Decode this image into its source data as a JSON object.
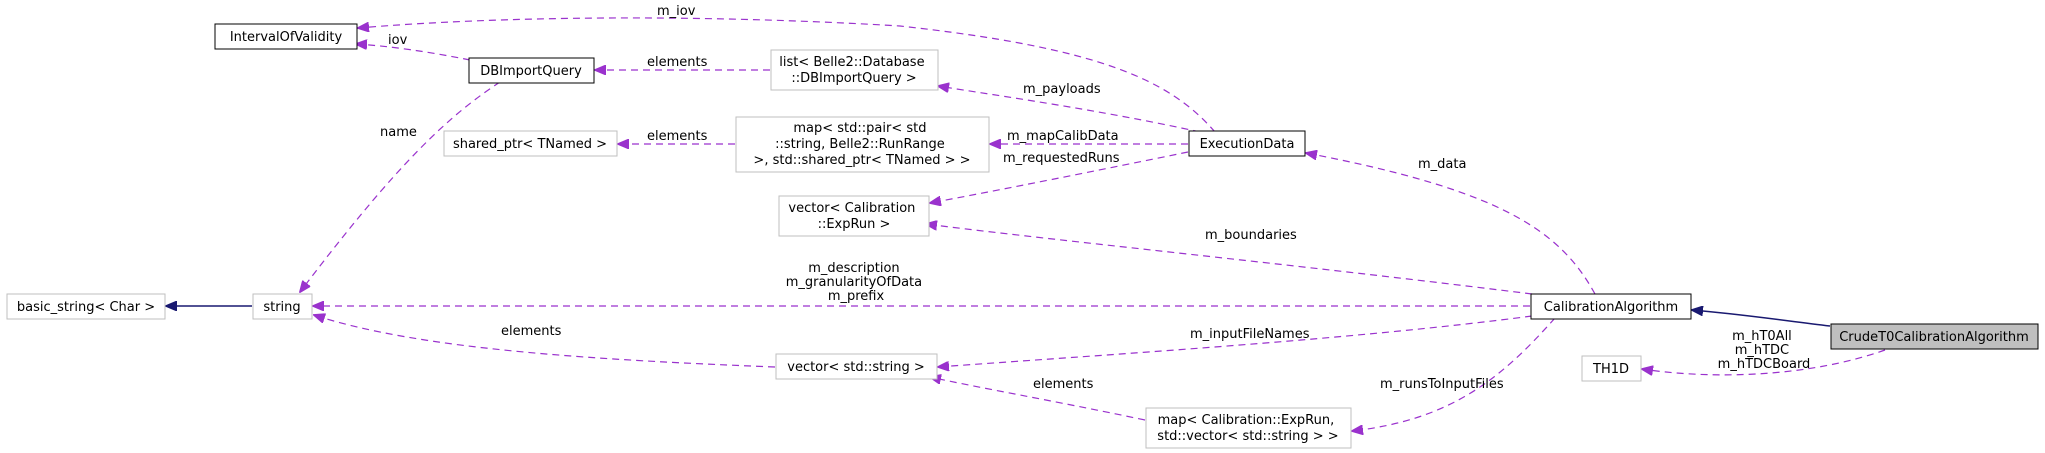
{
  "colors": {
    "dependency_edge": "#9a32cd",
    "inheritance_edge": "#191970",
    "selected_node_fill": "#bfbfbf"
  },
  "nodes": {
    "interval_of_validity": "IntervalOfValidity",
    "db_import_query": "DBImportQuery",
    "list_dbimportquery": [
      "list< Belle2::Database",
      "::DBImportQuery >"
    ],
    "shared_ptr_tnamed": "shared_ptr< TNamed >",
    "map_runrange": [
      "map< std::pair< std",
      "::string, Belle2::RunRange",
      " >, std::shared_ptr< TNamed > >"
    ],
    "execution_data": "ExecutionData",
    "vector_exprun": [
      "vector< Calibration",
      "::ExpRun >"
    ],
    "basic_string": "basic_string< Char >",
    "string": "string",
    "calibration_algorithm": "CalibrationAlgorithm",
    "crude_t0": "CrudeT0CalibrationAlgorithm",
    "th1d": "TH1D",
    "vector_string": "vector< std::string >",
    "map_exprun_files": [
      "map< Calibration::ExpRun,",
      "std::vector< std::string > >"
    ]
  },
  "edges": {
    "m_iov": "m_iov",
    "iov": "iov",
    "elements_list": "elements",
    "m_payloads": "m_payloads",
    "name": "name",
    "elements_map": "elements",
    "m_mapCalibData": "m_mapCalibData",
    "m_requestedRuns": "m_requestedRuns",
    "m_data": "m_data",
    "m_boundaries": "m_boundaries",
    "string_members": [
      "m_description",
      "m_granularityOfData",
      "m_prefix"
    ],
    "m_inputFileNames": "m_inputFileNames",
    "elements_vector": "elements",
    "elements_map_files": "elements",
    "m_runsToInputFiles": "m_runsToInputFiles",
    "hist_members": [
      "m_hT0All",
      "m_hTDC",
      "m_hTDCBoard"
    ]
  }
}
